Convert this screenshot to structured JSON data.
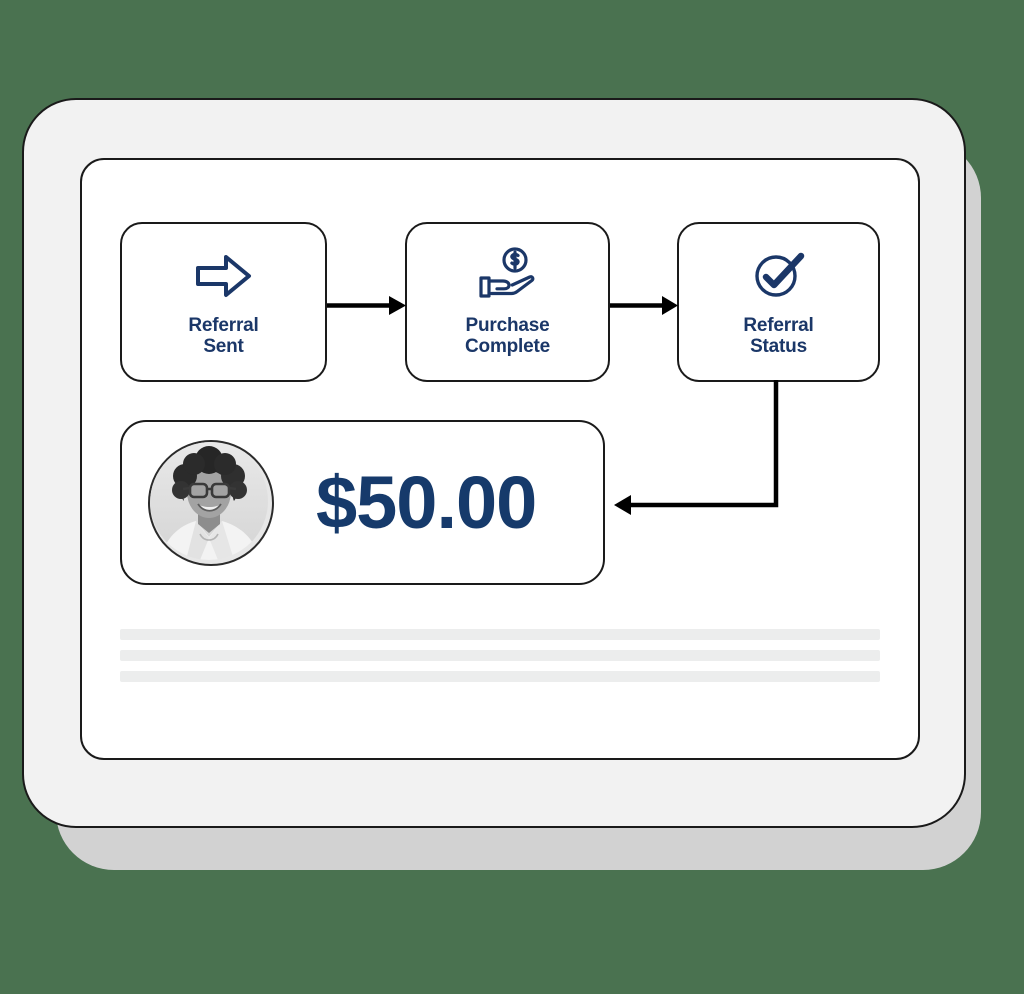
{
  "background": {
    "color": "#4a7250"
  },
  "device": {
    "name": "tablet-mockup",
    "body_color": "#f2f2f2",
    "shadow_color": "#d2d2d2",
    "screen_color": "#ffffff",
    "border_color": "#1a1a1a"
  },
  "theme": {
    "navy": "#1b3768",
    "amount_navy": "#163a6b",
    "arrow": "#000000",
    "placeholder": "#eceded"
  },
  "flow": {
    "steps": [
      {
        "id": "referral-sent",
        "label": "Referral\nSent",
        "icon": "arrow-right-outline-icon"
      },
      {
        "id": "purchase-complete",
        "label": "Purchase\nComplete",
        "icon": "hand-holding-coin-icon"
      },
      {
        "id": "referral-status",
        "label": "Referral\nStatus",
        "icon": "check-circle-icon"
      }
    ],
    "connectors": [
      {
        "id": "arrow-1",
        "from": "referral-sent",
        "to": "purchase-complete",
        "style": "straight-right"
      },
      {
        "id": "arrow-2",
        "from": "purchase-complete",
        "to": "referral-status",
        "style": "straight-right"
      },
      {
        "id": "arrow-elbow",
        "from": "referral-status",
        "to": "reward-card",
        "style": "elbow-down-left"
      }
    ]
  },
  "reward": {
    "amount": "$50.00",
    "avatar": {
      "name": "user-avatar",
      "description": "grayscale portrait of smiling person with curly hair and glasses"
    }
  },
  "placeholder_lines": [
    {
      "id": "placeholder-bar-1"
    },
    {
      "id": "placeholder-bar-2"
    },
    {
      "id": "placeholder-bar-3"
    }
  ]
}
